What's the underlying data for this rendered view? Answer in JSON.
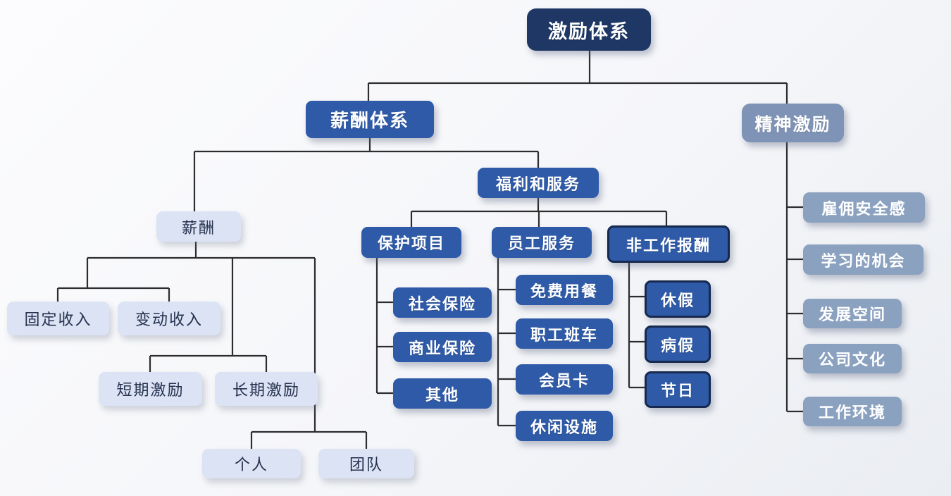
{
  "colors": {
    "root_fill": "#1e3765",
    "primary_blue": "#2e5aa8",
    "bordered_blue_border": "#17294e",
    "gray_branch": "#7e93b5",
    "gray_child": "#8ba1c0",
    "light_fill": "#dbe3f4",
    "light_text": "#25314e",
    "connector": "#2d2d2f",
    "background": "#f5f6f9"
  },
  "tree": {
    "label": "激励体系",
    "children": [
      {
        "label": "薪酬体系",
        "children": [
          {
            "label": "薪酬",
            "children": [
              {
                "label": "固定收入"
              },
              {
                "label": "变动收入"
              },
              {
                "label": "短期激励"
              },
              {
                "label": "长期激励"
              },
              {
                "label": "个人"
              },
              {
                "label": "团队"
              }
            ]
          },
          {
            "label": "福利和服务",
            "children": [
              {
                "label": "保护项目",
                "children": [
                  {
                    "label": "社会保险"
                  },
                  {
                    "label": "商业保险"
                  },
                  {
                    "label": "其他"
                  }
                ]
              },
              {
                "label": "员工服务",
                "children": [
                  {
                    "label": "免费用餐"
                  },
                  {
                    "label": "职工班车"
                  },
                  {
                    "label": "会员卡"
                  },
                  {
                    "label": "休闲设施"
                  }
                ]
              },
              {
                "label": "非工作报酬",
                "children": [
                  {
                    "label": "休假"
                  },
                  {
                    "label": "病假"
                  },
                  {
                    "label": "节日"
                  }
                ]
              }
            ]
          }
        ]
      },
      {
        "label": "精神激励",
        "children": [
          {
            "label": "雇佣安全感"
          },
          {
            "label": "学习的机会"
          },
          {
            "label": "发展空间"
          },
          {
            "label": "公司文化"
          },
          {
            "label": "工作环境"
          }
        ]
      }
    ]
  }
}
